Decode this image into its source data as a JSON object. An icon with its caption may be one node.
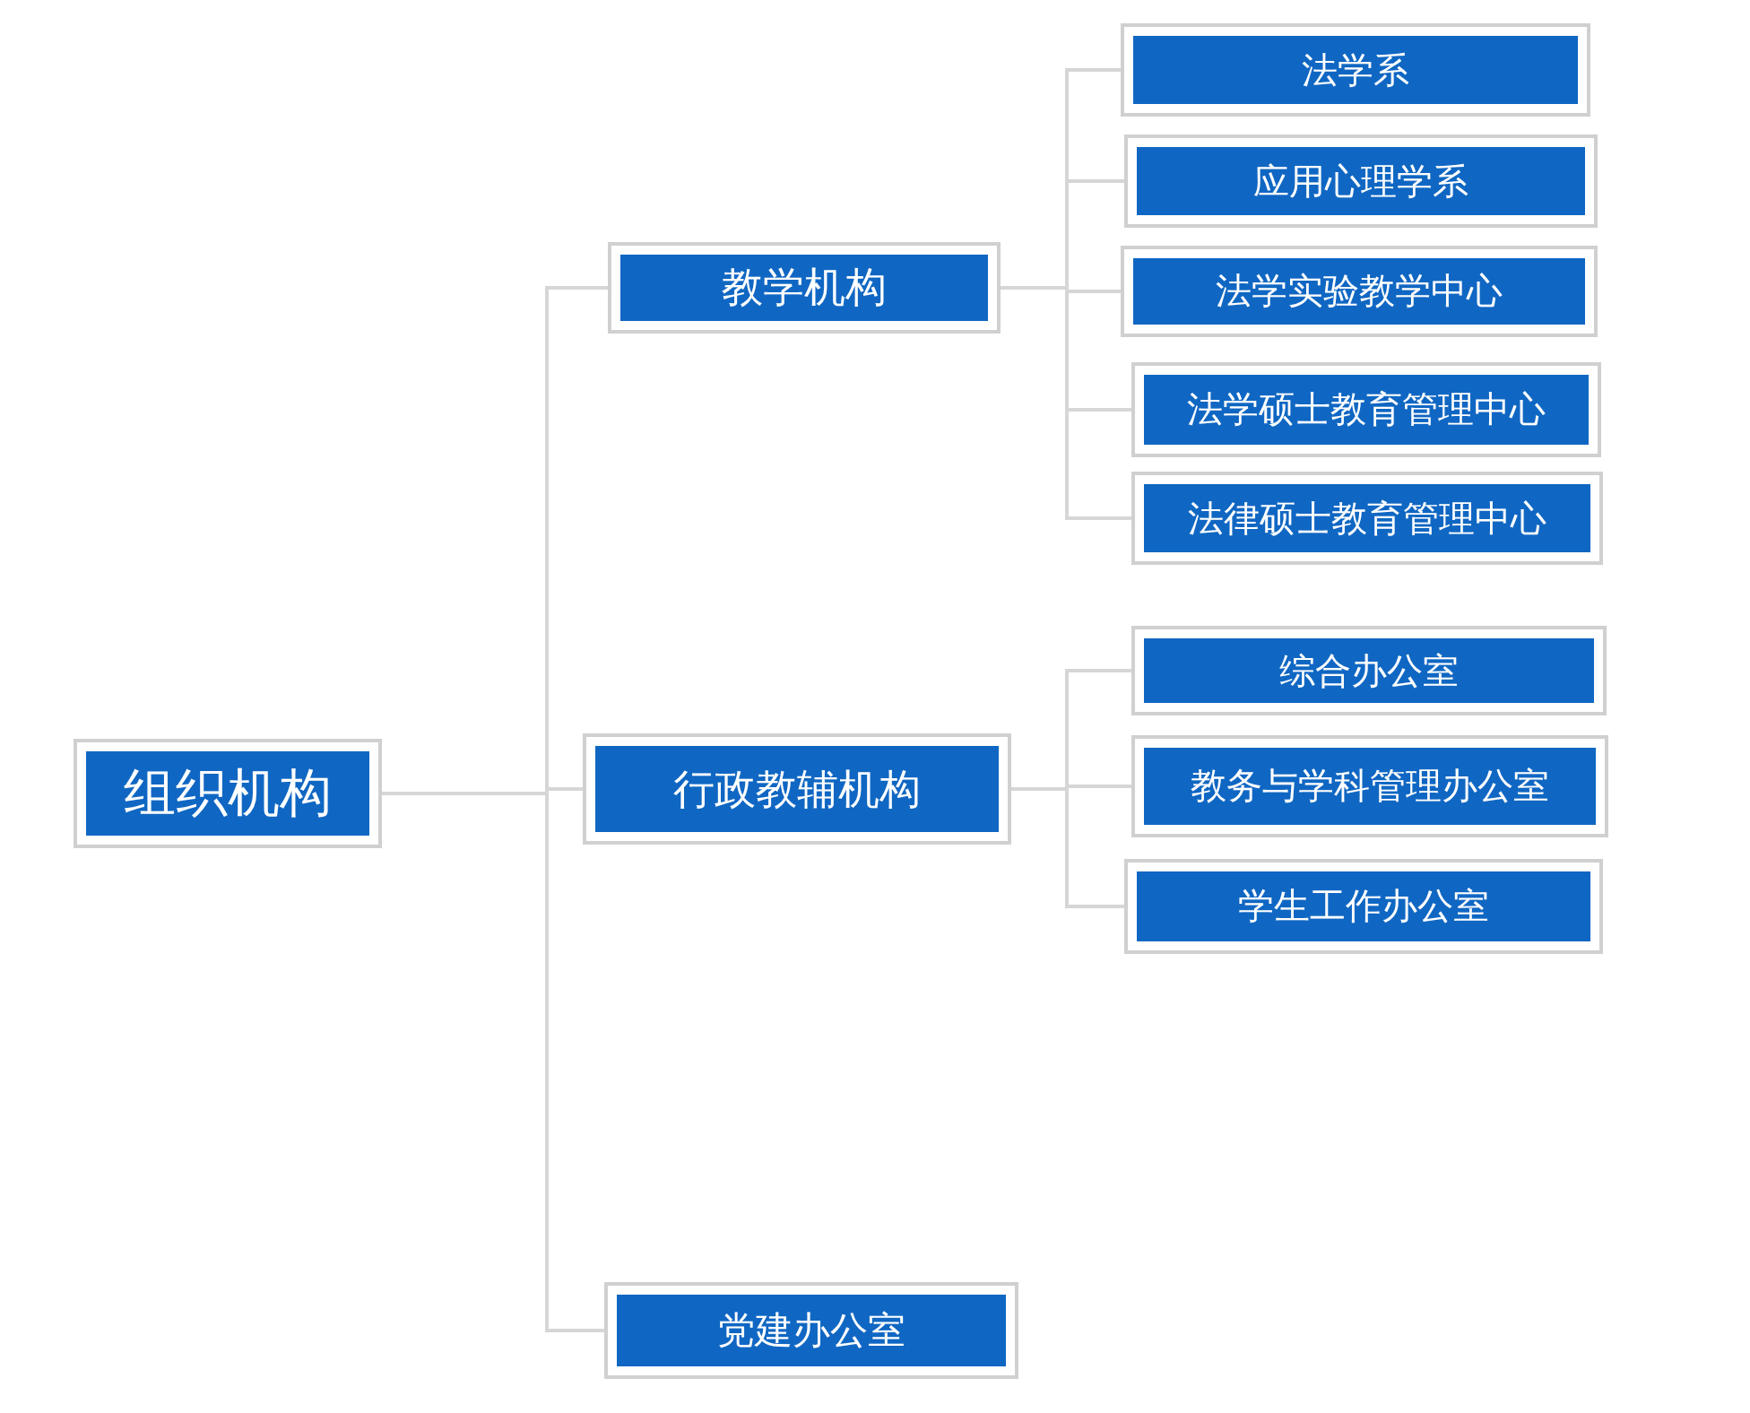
{
  "diagram": {
    "nodes": [
      {
        "text": [
          "组织机构"
        ]
      },
      {
        "text": [
          "教学机构"
        ]
      },
      {
        "text": [
          "行政教辅机构"
        ]
      },
      {
        "text": [
          "党建办公室"
        ]
      },
      {
        "text": [
          "法学系"
        ]
      },
      {
        "text": [
          "应用心理学系"
        ]
      },
      {
        "text": [
          "法学实验教学中心"
        ]
      },
      {
        "text": [
          "法学硕士教育管理中心"
        ]
      },
      {
        "text": [
          "法律硕士教育管理中心"
        ]
      },
      {
        "text": [
          "综合办公室"
        ]
      },
      {
        "text": [
          "教务与学科管理办公室"
        ]
      },
      {
        "text": [
          "学生工作办公室"
        ]
      }
    ],
    "edges": [
      {
        "from": 0,
        "to": 1,
        "arrow": "none"
      },
      {
        "from": 0,
        "to": 2,
        "arrow": "none"
      },
      {
        "from": 0,
        "to": 3,
        "arrow": "none"
      },
      {
        "from": 1,
        "to": 4,
        "arrow": "none"
      },
      {
        "from": 1,
        "to": 5,
        "arrow": "none"
      },
      {
        "from": 1,
        "to": 6,
        "arrow": "none"
      },
      {
        "from": 1,
        "to": 7,
        "arrow": "none"
      },
      {
        "from": 1,
        "to": 8,
        "arrow": "none"
      },
      {
        "from": 2,
        "to": 9,
        "arrow": "none"
      },
      {
        "from": 2,
        "to": 10,
        "arrow": "none"
      },
      {
        "from": 2,
        "to": 11,
        "arrow": "none"
      }
    ]
  }
}
